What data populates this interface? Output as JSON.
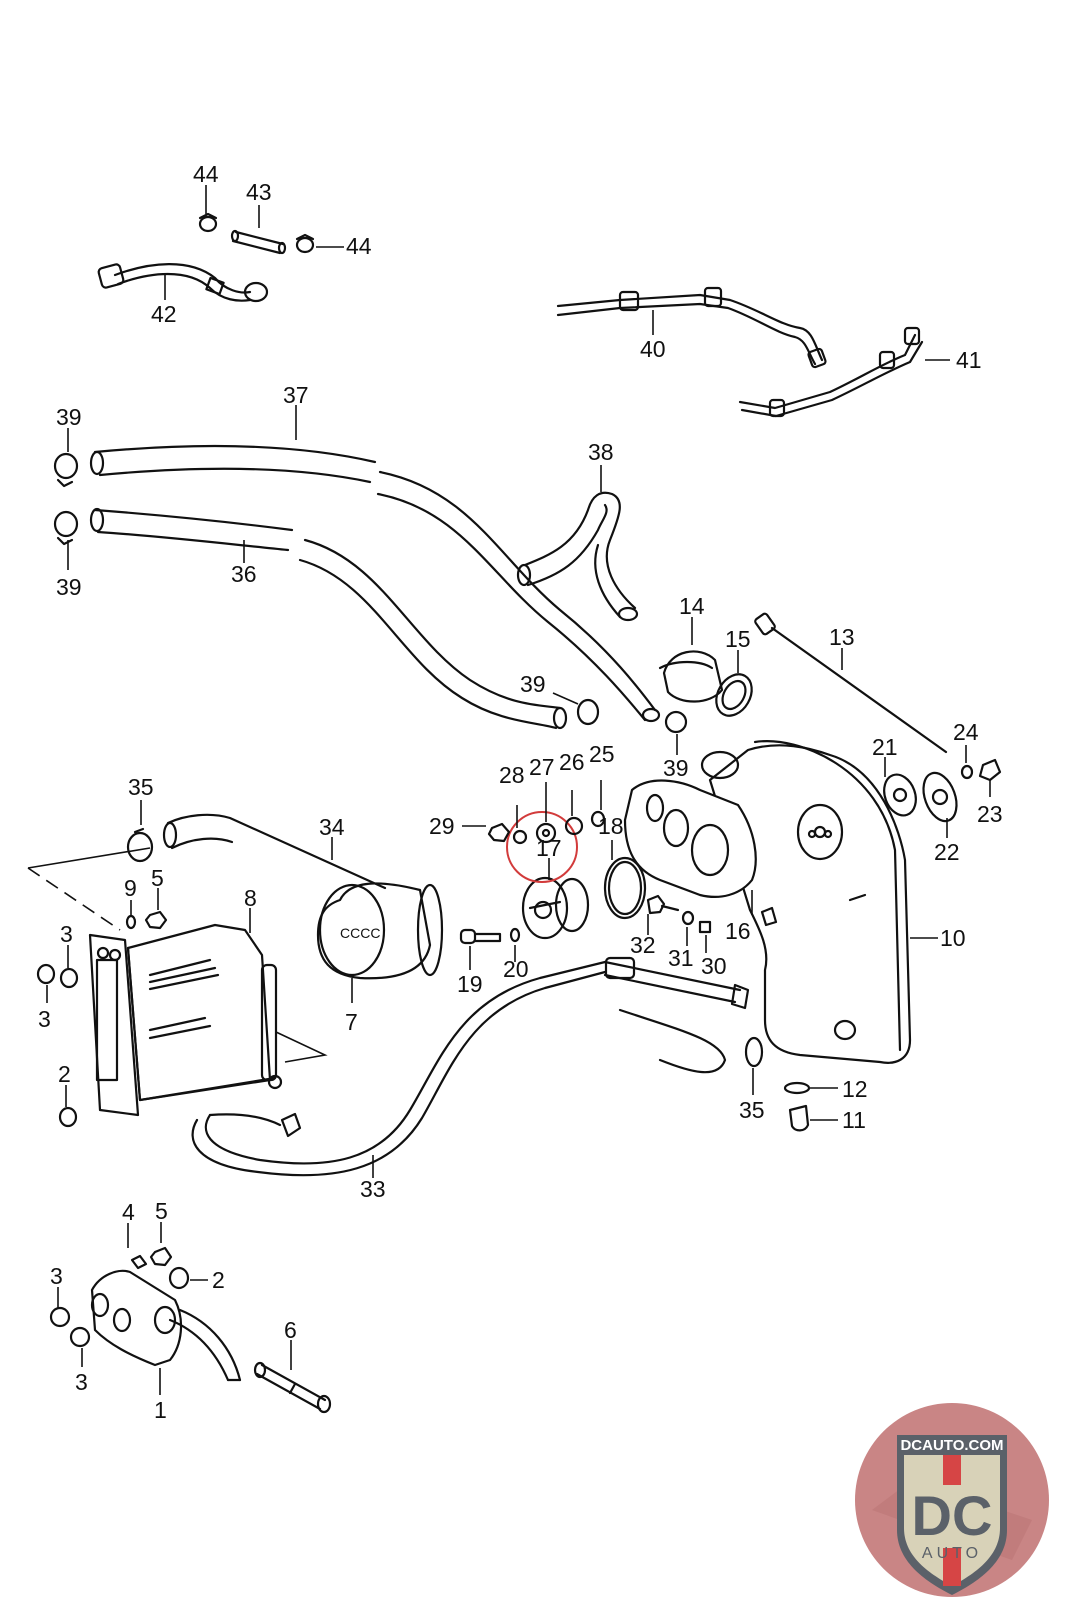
{
  "diagram": {
    "title": "Oil system exploded parts diagram",
    "highlighted_part": "17",
    "callouts": [
      {
        "id": "c44a",
        "label": "44"
      },
      {
        "id": "c43",
        "label": "43"
      },
      {
        "id": "c44b",
        "label": "44"
      },
      {
        "id": "c42",
        "label": "42"
      },
      {
        "id": "c40",
        "label": "40"
      },
      {
        "id": "c41",
        "label": "41"
      },
      {
        "id": "c37",
        "label": "37"
      },
      {
        "id": "c39a",
        "label": "39"
      },
      {
        "id": "c39b",
        "label": "39"
      },
      {
        "id": "c36",
        "label": "36"
      },
      {
        "id": "c38",
        "label": "38"
      },
      {
        "id": "c14",
        "label": "14"
      },
      {
        "id": "c15",
        "label": "15"
      },
      {
        "id": "c13",
        "label": "13"
      },
      {
        "id": "c39c",
        "label": "39"
      },
      {
        "id": "c39d",
        "label": "39"
      },
      {
        "id": "c24",
        "label": "24"
      },
      {
        "id": "c21",
        "label": "21"
      },
      {
        "id": "c23",
        "label": "23"
      },
      {
        "id": "c22",
        "label": "22"
      },
      {
        "id": "c35a",
        "label": "35"
      },
      {
        "id": "c34",
        "label": "34"
      },
      {
        "id": "c28",
        "label": "28"
      },
      {
        "id": "c27",
        "label": "27"
      },
      {
        "id": "c26",
        "label": "26"
      },
      {
        "id": "c25",
        "label": "25"
      },
      {
        "id": "c29",
        "label": "29"
      },
      {
        "id": "c18",
        "label": "18"
      },
      {
        "id": "c17",
        "label": "17"
      },
      {
        "id": "c9",
        "label": "9"
      },
      {
        "id": "c5a",
        "label": "5"
      },
      {
        "id": "c8",
        "label": "8"
      },
      {
        "id": "c3a",
        "label": "3"
      },
      {
        "id": "c3b",
        "label": "3"
      },
      {
        "id": "c19",
        "label": "19"
      },
      {
        "id": "c20",
        "label": "20"
      },
      {
        "id": "c32",
        "label": "32"
      },
      {
        "id": "c31",
        "label": "31"
      },
      {
        "id": "c30",
        "label": "30"
      },
      {
        "id": "c16",
        "label": "16"
      },
      {
        "id": "c10",
        "label": "10"
      },
      {
        "id": "c7",
        "label": "7"
      },
      {
        "id": "c2a",
        "label": "2"
      },
      {
        "id": "c12",
        "label": "12"
      },
      {
        "id": "c35b",
        "label": "35"
      },
      {
        "id": "c11",
        "label": "11"
      },
      {
        "id": "c33",
        "label": "33"
      },
      {
        "id": "c4",
        "label": "4"
      },
      {
        "id": "c5b",
        "label": "5"
      },
      {
        "id": "c3c",
        "label": "3"
      },
      {
        "id": "c2b",
        "label": "2"
      },
      {
        "id": "c6",
        "label": "6"
      },
      {
        "id": "c3d",
        "label": "3"
      },
      {
        "id": "c1",
        "label": "1"
      }
    ]
  },
  "logo": {
    "top_text": "DCAUTO.COM",
    "main_text": "DC",
    "sub_text": "AUTO",
    "colors": {
      "badge_bg": "#c98585",
      "shield": "#d8d2b8",
      "letters": "#5b6169",
      "stripe": "#d64545"
    }
  }
}
